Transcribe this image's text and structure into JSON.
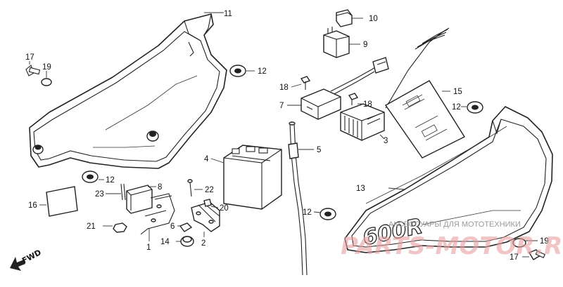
{
  "callouts": {
    "n1": "1",
    "n2": "2",
    "n3": "3",
    "n4": "4",
    "n5": "5",
    "n6": "6",
    "n7": "7",
    "n8": "8",
    "n9": "9",
    "n10": "10",
    "n11": "11",
    "n12": "12",
    "n13": "13",
    "n14": "14",
    "n15": "15",
    "n16": "16",
    "n17": "17",
    "n18": "18",
    "n19": "19",
    "n20": "20",
    "n21": "21",
    "n22": "22",
    "n23": "23"
  },
  "decal_text": "600R",
  "direction_label": "FWD",
  "watermark": {
    "text": "АКСЕССУАРЫ ДЛЯ МОТОТЕХНИКИ",
    "logo": "PARTS-MOTOR.RU"
  },
  "colors": {
    "line": "#222222",
    "watermark_logo": "#e8a0a0",
    "watermark_text": "#9a9a9a"
  }
}
